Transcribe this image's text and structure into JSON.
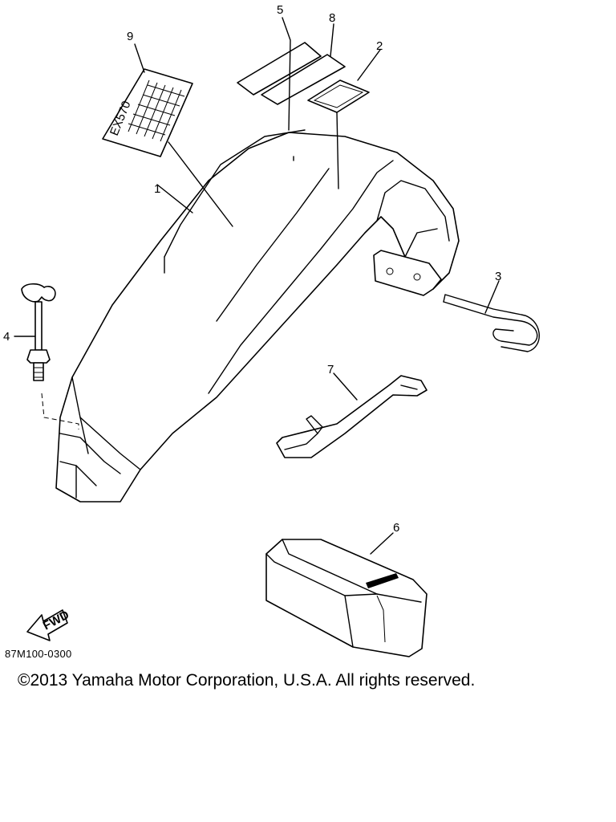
{
  "diagram": {
    "callouts": {
      "p1": "1",
      "p2": "2",
      "p3": "3",
      "p4": "4",
      "p5": "5",
      "p6": "6",
      "p7": "7",
      "p8": "8",
      "p9": "9"
    },
    "fwd_label": "FWD",
    "decal_label": "EX570",
    "diagram_code": "87M100-0300"
  },
  "footer": {
    "copyright": "©2013 Yamaha Motor Corporation, U.S.A. All rights reserved."
  }
}
